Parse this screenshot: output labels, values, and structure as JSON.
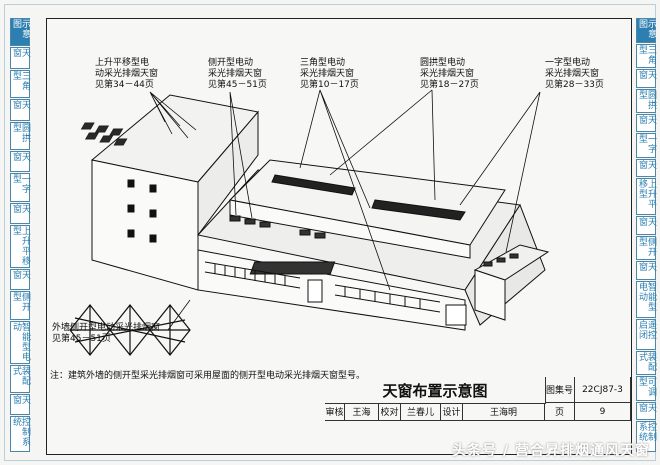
{
  "left_tabs": [
    {
      "text": "示意图",
      "style": "dark"
    },
    {
      "text": "天窗",
      "style": "light"
    },
    {
      "text": "三角型",
      "style": "light"
    },
    {
      "text": "天窗",
      "style": "light"
    },
    {
      "text": "圆拱型",
      "style": "light"
    },
    {
      "text": "天窗",
      "style": "light"
    },
    {
      "text": "一字型",
      "style": "light"
    },
    {
      "text": "天窗",
      "style": "light"
    },
    {
      "text": "上升平移型",
      "style": "light"
    },
    {
      "text": "天窗",
      "style": "light"
    },
    {
      "text": "侧开型",
      "style": "light"
    },
    {
      "text": "智能型电动",
      "style": "light"
    },
    {
      "text": "装配式",
      "style": "light"
    },
    {
      "text": "天窗",
      "style": "light"
    },
    {
      "text": "控制系统",
      "style": "light"
    }
  ],
  "right_tabs": [
    {
      "text": "示意图",
      "style": "dark"
    },
    {
      "text": "三角型",
      "style": "light"
    },
    {
      "text": "天窗",
      "style": "light"
    },
    {
      "text": "圆拱型",
      "style": "light"
    },
    {
      "text": "天窗",
      "style": "light"
    },
    {
      "text": "一字型",
      "style": "light"
    },
    {
      "text": "天窗",
      "style": "light"
    },
    {
      "text": "上升平移型",
      "style": "light"
    },
    {
      "text": "天窗",
      "style": "light"
    },
    {
      "text": "侧开型",
      "style": "light"
    },
    {
      "text": "天窗",
      "style": "light"
    },
    {
      "text": "智能型电动",
      "style": "light"
    },
    {
      "text": "遥控启闭",
      "style": "light"
    },
    {
      "text": "装配式",
      "style": "light"
    },
    {
      "text": "可调型",
      "style": "light"
    },
    {
      "text": "天窗",
      "style": "light"
    },
    {
      "text": "控制系统",
      "style": "light"
    }
  ],
  "labels": {
    "lift": "上升平移型电\n动采光排烟天窗\n见第34－44页",
    "side": "侧开型电动\n采光排烟天窗\n见第45－51页",
    "tri": "三角型电动\n采光排烟天窗\n见第10－17页",
    "arch": "圆拱型电动\n采光排烟天窗\n见第18－27页",
    "line": "一字型电动\n采光排烟天窗\n见第28－33页",
    "wall": "外墙侧开型电动采光排烟窗\n见第45－51页"
  },
  "note": "注：建筑外墙的侧开型采光排烟窗可采用屋面的侧开型电动采光排烟天窗型号。",
  "title_block": {
    "title": "天窗布置示意图",
    "atlas_label": "图集号",
    "atlas_no": "22CJ87-3",
    "review_label": "审核",
    "reviewer": "王海",
    "check_label": "校对",
    "checker": "兰春儿",
    "design_label": "设计",
    "designer": "王海明",
    "page_label": "页",
    "page_no": "9"
  },
  "watermark": "头条号 / 营合昇排烟通风天窗",
  "colors": {
    "tab_blue": "#2c7fb0",
    "line": "#111111",
    "watermark": "#ffffff"
  }
}
